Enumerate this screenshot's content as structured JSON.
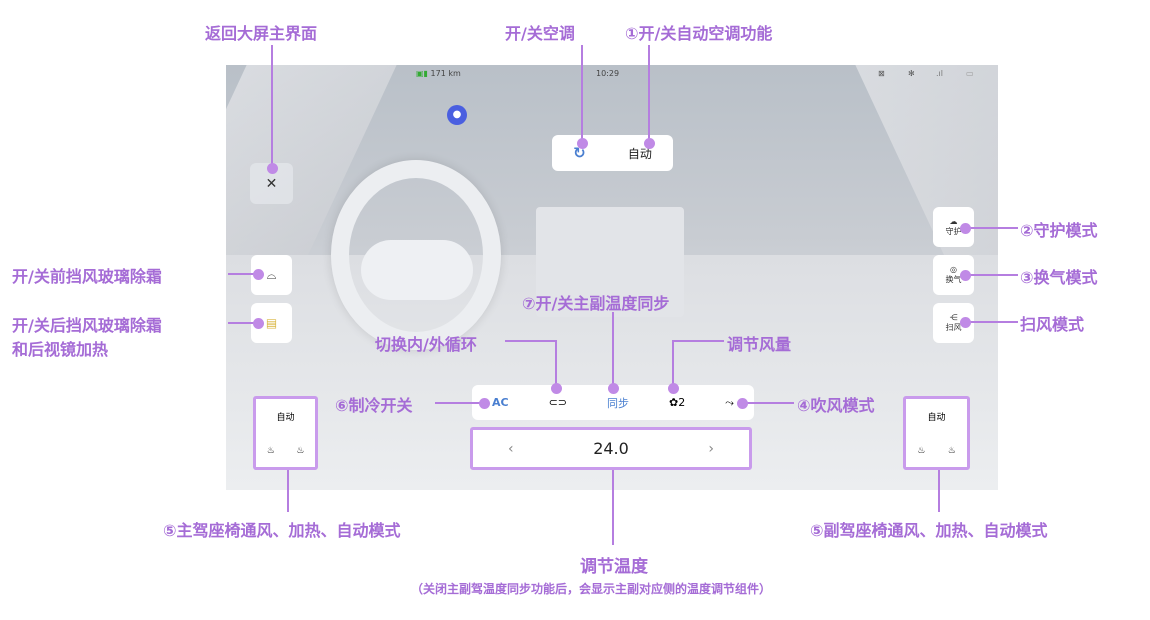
{
  "status_bar": {
    "range": "171 km",
    "time": "10:29"
  },
  "climate": {
    "power_icon": "power-icon",
    "auto_label": "自动",
    "ac_label": "AC",
    "sync_label": "同步",
    "fan_speed": "2",
    "temperature": "24.0"
  },
  "side_buttons": {
    "guard": "守护",
    "ventilate": "换气",
    "sweep": "扫风"
  },
  "seats": {
    "driver_auto": "自动",
    "passenger_auto": "自动"
  },
  "annotations": {
    "back": "返回大屏主界面",
    "power": "开/关空调",
    "auto": "①开/关自动空调功能",
    "guard": "②守护模式",
    "ventilate": "③换气模式",
    "sweep": "扫风模式",
    "front_defrost": "开/关前挡风玻璃除霜",
    "rear_defrost_1": "开/关后挡风玻璃除霜",
    "rear_defrost_2": "和后视镜加热",
    "sync": "⑦开/关主副温度同步",
    "circulation": "切换内/外循环",
    "fan": "调节风量",
    "ac": "⑥制冷开关",
    "blow_mode": "④吹风模式",
    "driver_seat": "⑤主驾座椅通风、加热、自动模式",
    "passenger_seat": "⑤副驾座椅通风、加热、自动模式",
    "temp": "调节温度",
    "temp_note": "（关闭主副驾温度同步功能后，会显示主副对应侧的温度调节组件）"
  },
  "colors": {
    "accent": "#a56cd6",
    "blue": "#4a7fd0"
  }
}
